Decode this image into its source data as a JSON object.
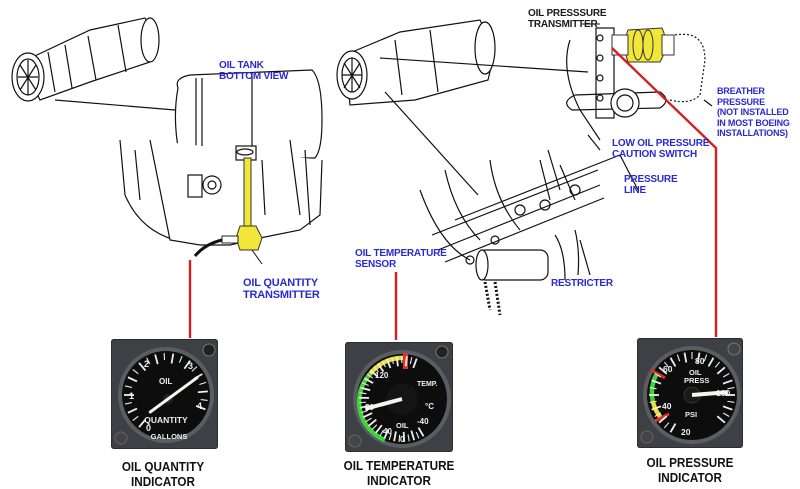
{
  "diagram": {
    "subject": "Engine oil indicating system",
    "callouts": {
      "oil_tank": "OIL TANK\nBOTTOM VIEW",
      "oil_quantity_transmitter": "OIL QUANTITY\nTRANSMITTER",
      "oil_temperature_sensor": "OIL TEMPERATURE\nSENSOR",
      "oil_pressure_transmitter": "OIL PRESSSURE\nTRANSMITTER",
      "breather_pressure": "BREATHER\nPRESSURE\n(NOT INSTALLED\nIN MOST BOEING\nINSTALLATIONS)",
      "low_oil_pressure_switch": "LOW OIL PRESSURE\nCAUTION SWITCH",
      "pressure_line": "PRESSURE\nLINE",
      "restricter": "RESTRICTER"
    },
    "captions": {
      "quantity": "OIL QUANTITY\nINDICATOR",
      "temperature": "OIL TEMPERATURE\nINDICATOR",
      "pressure": "OIL PRESSURE\nINDICATOR"
    },
    "colors": {
      "callout_text": "#2a2ad0",
      "connector_line": "#d42020",
      "highlight_yellow": "#f2e63a",
      "gauge_face": "#0d0d0d",
      "gauge_bezel": "#3d4145",
      "band_green": "#3fd23a",
      "band_yellow": "#e8e030",
      "band_red": "#e03030"
    }
  },
  "gauges": {
    "quantity": {
      "title": "OIL",
      "subtitle": "QUANTITY",
      "units": "GALLONS",
      "scale_labels": [
        "0",
        "1",
        "2",
        "3",
        "4"
      ],
      "needle_value": 3.1
    },
    "temperature": {
      "title": "TEMP.",
      "subtitle": "OIL",
      "units": "°C",
      "scale_labels": [
        "-40",
        "0",
        "40",
        "80",
        "120"
      ],
      "needle_value": 80
    },
    "pressure": {
      "title": "OIL",
      "subtitle": "PRESS",
      "units": "PSI",
      "scale_labels": [
        "20",
        "40",
        "60",
        "80",
        "100"
      ],
      "needle_value": 108
    }
  }
}
